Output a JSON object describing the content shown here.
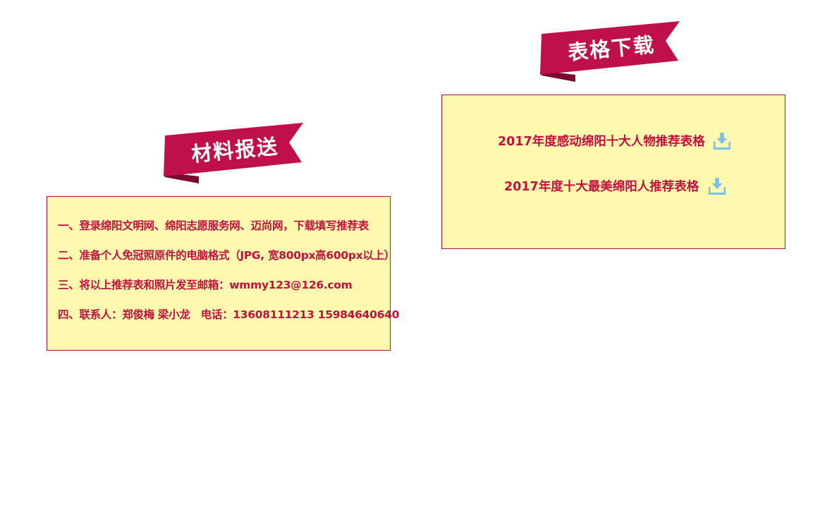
{
  "materials": {
    "title": "材料报送",
    "steps": [
      "一、登录绵阳文明网、绵阳志愿服务网、迈尚网，下载填写推荐表",
      "二、准备个人免冠照原件的电脑格式（JPG, 宽800px高600px以上）",
      "三、将以上推荐表和照片发至邮箱：wmmy123@126.com",
      "四、联系人：郑俊梅 梁小龙　电话：13608111213 15984640640"
    ]
  },
  "forms": {
    "title": "表格下载",
    "downloads": [
      {
        "label": "2017年度感动绵阳十大人物推荐表格",
        "icon": "download-icon"
      },
      {
        "label": "2017年度十大最美绵阳人推荐表格",
        "icon": "download-icon"
      }
    ]
  },
  "colors": {
    "ribbon": "#c0104a",
    "ribbon_shadow": "#7a0a2e",
    "panel_bg": "#fff8af",
    "panel_border": "#b0103e",
    "text": "#c0113f",
    "icon": "#7cbfe8"
  }
}
